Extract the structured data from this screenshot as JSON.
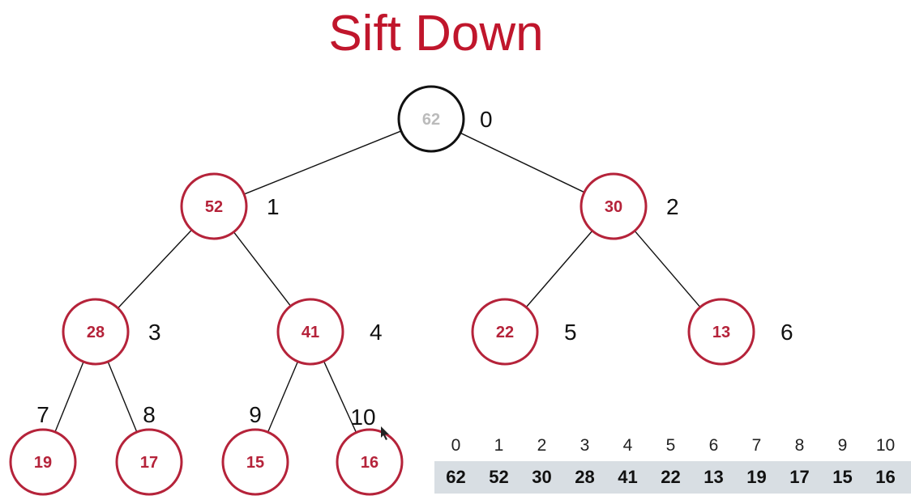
{
  "title": "Sift Down",
  "colors": {
    "accent": "#c0162c",
    "node_border": "#b5233a",
    "root_border": "#111111",
    "root_text": "#bbbbbb",
    "array_bg": "#d8dee3"
  },
  "nodes": [
    {
      "index": "0",
      "value": "62"
    },
    {
      "index": "1",
      "value": "52"
    },
    {
      "index": "2",
      "value": "30"
    },
    {
      "index": "3",
      "value": "28"
    },
    {
      "index": "4",
      "value": "41"
    },
    {
      "index": "5",
      "value": "22"
    },
    {
      "index": "6",
      "value": "13"
    },
    {
      "index": "7",
      "value": "19"
    },
    {
      "index": "8",
      "value": "17"
    },
    {
      "index": "9",
      "value": "15"
    },
    {
      "index": "10",
      "value": "16"
    }
  ],
  "array": {
    "indices": [
      "0",
      "1",
      "2",
      "3",
      "4",
      "5",
      "6",
      "7",
      "8",
      "9",
      "10"
    ],
    "values": [
      "62",
      "52",
      "30",
      "28",
      "41",
      "22",
      "13",
      "19",
      "17",
      "15",
      "16"
    ]
  }
}
